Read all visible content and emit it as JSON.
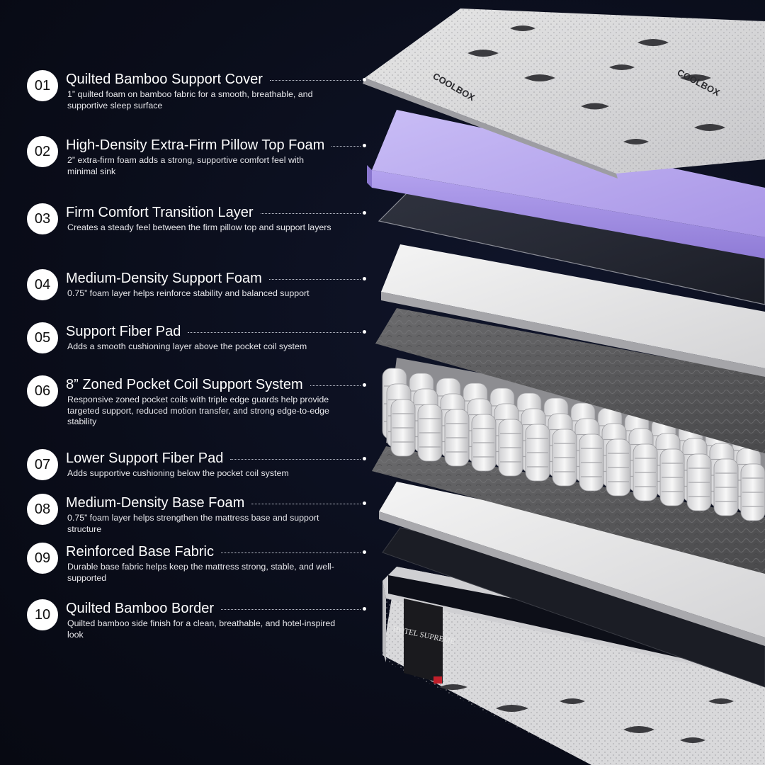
{
  "colors": {
    "background": "#0b0f1e",
    "badge": "#ffffff",
    "title_text": "#ffffff",
    "desc_text": "#e6e6ea",
    "purple_foam": "#b8a6ee",
    "white_foam": "#ececec",
    "fiber_pad": "#5a5a5a"
  },
  "brand": {
    "cover_logo": "COOLBOX",
    "tag_title": "HOTEL SUPREME"
  },
  "layers": [
    {
      "number": "01",
      "title": "Quilted Bamboo Support Cover",
      "description": "1” quilted foam on bamboo fabric for a smooth, breathable, and supportive sleep surface"
    },
    {
      "number": "02",
      "title": "High-Density Extra-Firm Pillow Top Foam",
      "description": "2” extra-firm foam adds a strong, supportive comfort feel with minimal sink"
    },
    {
      "number": "03",
      "title": "Firm Comfort Transition Layer",
      "description": "Creates a steady feel between the firm pillow top and support layers"
    },
    {
      "number": "04",
      "title": "Medium-Density Support Foam",
      "description": "0.75” foam layer helps reinforce stability and balanced support"
    },
    {
      "number": "05",
      "title": "Support Fiber Pad",
      "description": "Adds a smooth cushioning layer above the pocket coil system"
    },
    {
      "number": "06",
      "title": "8” Zoned Pocket Coil Support System",
      "description": "Responsive zoned pocket coils with triple edge guards help provide targeted support, reduced motion transfer, and strong edge-to-edge stability"
    },
    {
      "number": "07",
      "title": "Lower Support Fiber Pad",
      "description": "Adds supportive cushioning below the pocket coil system"
    },
    {
      "number": "08",
      "title": "Medium-Density Base Foam",
      "description": "0.75” foam layer helps strengthen the mattress base and support structure"
    },
    {
      "number": "09",
      "title": "Reinforced Base Fabric",
      "description": "Durable base fabric helps keep the mattress strong, stable, and well-supported"
    },
    {
      "number": "10",
      "title": "Quilted Bamboo Border",
      "description": "Quilted bamboo side finish for a clean, breathable, and hotel-inspired look"
    }
  ]
}
